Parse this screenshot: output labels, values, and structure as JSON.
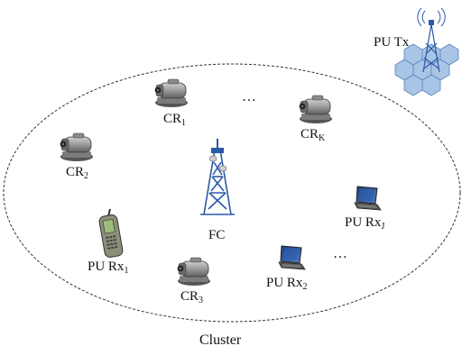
{
  "colors": {
    "cluster_stroke": "#333333",
    "camera_body": "#9a9a9a",
    "tower_blue": "#2b59a8",
    "hex_fill": "#a9c5e6"
  },
  "pu_tx": {
    "label": "PU Tx"
  },
  "cluster": {
    "label": "Cluster"
  },
  "fusion_center": {
    "label": "FC"
  },
  "cognitive_radios": [
    {
      "base": "CR",
      "sub": "1"
    },
    {
      "base": "CR",
      "sub": "2"
    },
    {
      "base": "CR",
      "sub": "3"
    },
    {
      "base": "CR",
      "sub": "K"
    }
  ],
  "pu_receivers": [
    {
      "base": "PU Rx",
      "sub": "1"
    },
    {
      "base": "PU Rx",
      "sub": "2"
    },
    {
      "base": "PU Rx",
      "sub": "J"
    }
  ],
  "ellipsis": "…",
  "icons": [
    "camera-icon",
    "tower-icon",
    "cell-phone-icon",
    "laptop-icon",
    "hexagonal-cell-icon"
  ]
}
